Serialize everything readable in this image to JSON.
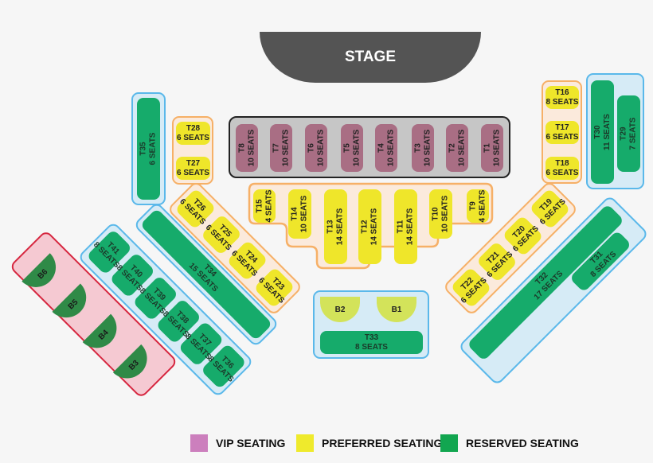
{
  "stage": {
    "label": "STAGE"
  },
  "colors": {
    "vip": "#a96e84",
    "preferred": "#efe62a",
    "reserved": "#16ab6b",
    "booth_front": "#d3e35a",
    "booth_back": "#2f8a47"
  },
  "vip_tables": [
    {
      "id": "T8",
      "seats": "10 SEATS"
    },
    {
      "id": "T7",
      "seats": "10 SEATS"
    },
    {
      "id": "T6",
      "seats": "10 SEATS"
    },
    {
      "id": "T5",
      "seats": "10 SEATS"
    },
    {
      "id": "T4",
      "seats": "10 SEATS"
    },
    {
      "id": "T3",
      "seats": "10 SEATS"
    },
    {
      "id": "T2",
      "seats": "10 SEATS"
    },
    {
      "id": "T1",
      "seats": "10 SEATS"
    }
  ],
  "center_tables": [
    {
      "id": "T15",
      "seats": "4 SEATS"
    },
    {
      "id": "T14",
      "seats": "10 SEATS"
    },
    {
      "id": "T13",
      "seats": "14 SEATS"
    },
    {
      "id": "T12",
      "seats": "14 SEATS"
    },
    {
      "id": "T11",
      "seats": "14 SEATS"
    },
    {
      "id": "T10",
      "seats": "10 SEATS"
    },
    {
      "id": "T9",
      "seats": "4 SEATS"
    }
  ],
  "left_pref": [
    {
      "id": "T28",
      "seats": "6 SEATS"
    },
    {
      "id": "T27",
      "seats": "6 SEATS"
    }
  ],
  "right_pref": [
    {
      "id": "T16",
      "seats": "8 SEATS"
    },
    {
      "id": "T17",
      "seats": "6 SEATS"
    },
    {
      "id": "T18",
      "seats": "6 SEATS"
    }
  ],
  "left_diag_pref": [
    {
      "id": "T26",
      "seats": "6 SEATS"
    },
    {
      "id": "T25",
      "seats": "6 SEATS"
    },
    {
      "id": "T24",
      "seats": "6 SEATS"
    },
    {
      "id": "T23",
      "seats": "6 SEATS"
    }
  ],
  "right_diag_pref": [
    {
      "id": "T19",
      "seats": "6 SEATS"
    },
    {
      "id": "T20",
      "seats": "6 SEATS"
    },
    {
      "id": "T21",
      "seats": "6 SEATS"
    },
    {
      "id": "T22",
      "seats": "6 SEATS"
    }
  ],
  "reserved": {
    "T35": {
      "id": "T35",
      "seats": "6 SEATS"
    },
    "T30": {
      "id": "T30",
      "seats": "11 SEATS"
    },
    "T29": {
      "id": "T29",
      "seats": "7 SEATS"
    },
    "T34": {
      "id": "T34",
      "seats": "15 SEATS"
    },
    "T32": {
      "id": "T32",
      "seats": "17 SEATS"
    },
    "T31": {
      "id": "T31",
      "seats": "8 SEATS"
    },
    "T33": {
      "id": "T33",
      "seats": "8 SEATS"
    }
  },
  "left_diag_res": [
    {
      "id": "T41",
      "seats": "8 SEATS"
    },
    {
      "id": "T40",
      "seats": "8 SEATS"
    },
    {
      "id": "T39",
      "seats": "8 SEATS"
    },
    {
      "id": "T38",
      "seats": "8 SEATS"
    },
    {
      "id": "T37",
      "seats": "8 SEATS"
    },
    {
      "id": "T36",
      "seats": "8 SEATS"
    }
  ],
  "booths_center": [
    {
      "id": "B2"
    },
    {
      "id": "B1"
    }
  ],
  "booths_left": [
    {
      "id": "B6"
    },
    {
      "id": "B5"
    },
    {
      "id": "B4"
    },
    {
      "id": "B3"
    }
  ],
  "legend": [
    {
      "label": "VIP SEATING",
      "color": "#cc7fbd"
    },
    {
      "label": "PREFERRED SEATING",
      "color": "#efea2c"
    },
    {
      "label": "RESERVED SEATING",
      "color": "#12a650"
    }
  ]
}
